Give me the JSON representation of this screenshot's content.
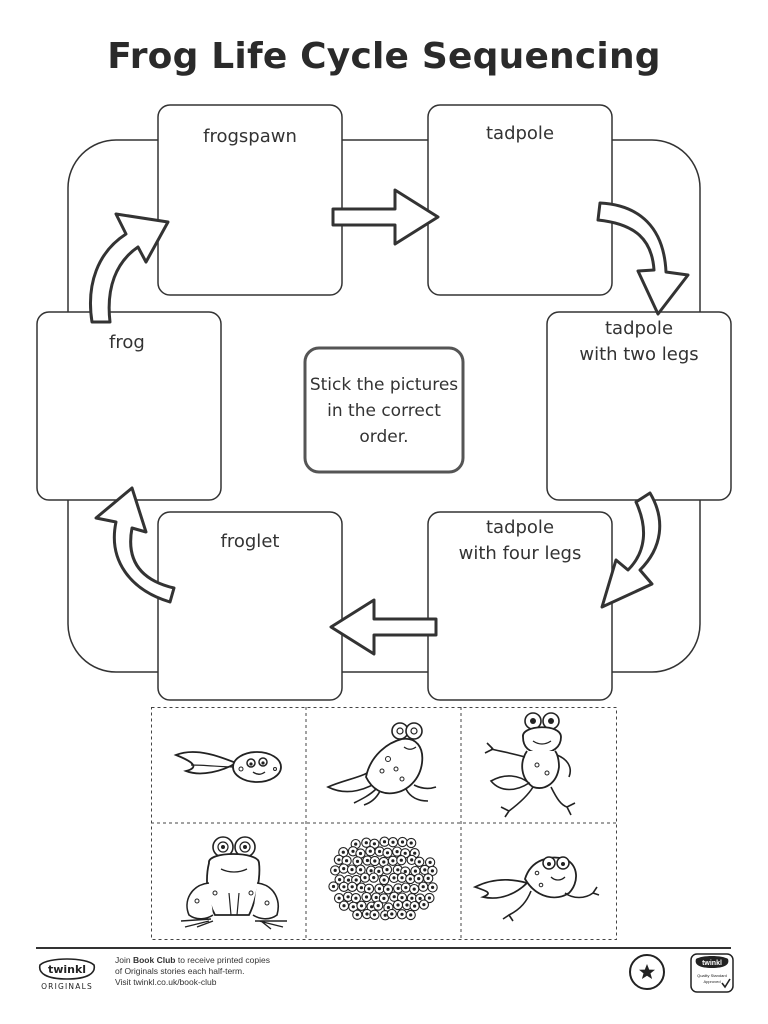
{
  "title": "Frog Life Cycle Sequencing",
  "stages": [
    {
      "label": "frogspawn"
    },
    {
      "label": "tadpole"
    },
    {
      "label": "tadpole\nwith two legs"
    },
    {
      "label": "tadpole\nwith four legs"
    },
    {
      "label": "froglet"
    },
    {
      "label": "frog"
    }
  ],
  "instruction": "Stick the pictures in the correct order.",
  "cutouts": {
    "icons": [
      "tadpole-icon",
      "tadpole-four-legs-icon",
      "froglet-icon",
      "frog-icon",
      "frogspawn-icon",
      "tadpole-two-legs-icon"
    ]
  },
  "footer": {
    "brand": "twinkl",
    "brand_sub": "ORIGINALS",
    "line1_pre": "Join ",
    "line1_bold": "Book Club",
    "line1_post": " to receive printed copies",
    "line2": "of Originals stories each half-term.",
    "line3": "Visit twinkl.co.uk/book-club",
    "badge_brand": "twinkl",
    "badge_line1": "Quality Standard",
    "badge_line2": "Approved"
  }
}
